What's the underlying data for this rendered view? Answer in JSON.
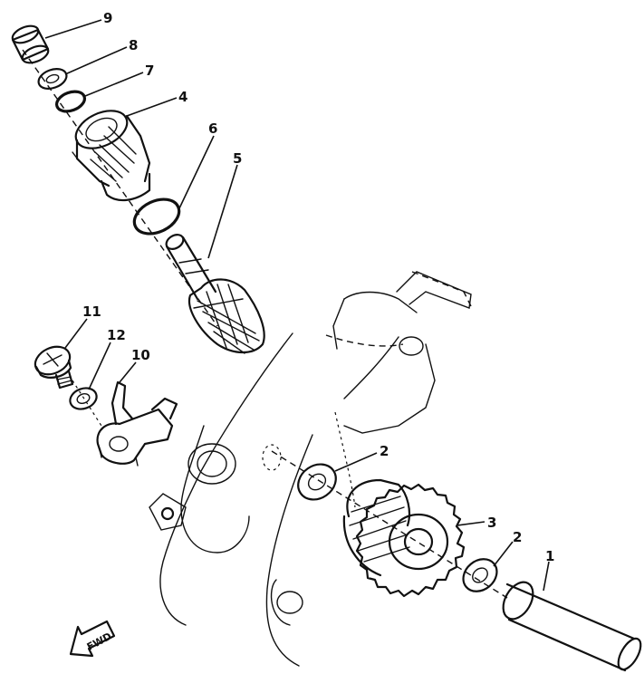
{
  "callouts": {
    "c1": "1",
    "c2a": "2",
    "c2b": "2",
    "c3": "3",
    "c4": "4",
    "c5": "5",
    "c6": "6",
    "c7": "7",
    "c8": "8",
    "c9": "9",
    "c10": "10",
    "c11": "11",
    "c12": "12"
  },
  "direction_arrow": {
    "label": "FWD"
  },
  "colors": {
    "ink": "#111111",
    "paper": "#ffffff"
  }
}
